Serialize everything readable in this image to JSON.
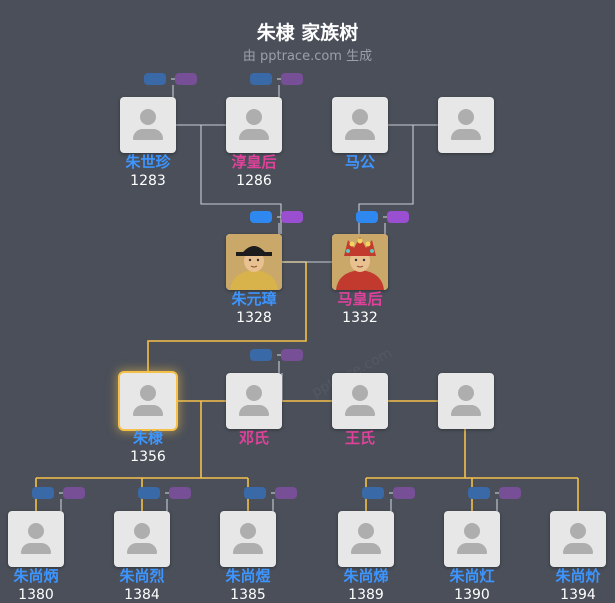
{
  "header": {
    "title": "朱棣 家族树",
    "subtitle": "由 pptrace.com 生成",
    "watermark": "pptrace.com"
  },
  "people": [
    {
      "id": "p1",
      "name": "朱世珍",
      "year": "1283",
      "gender": "male",
      "photo": "none"
    },
    {
      "id": "p2",
      "name": "淳皇后",
      "year": "1286",
      "gender": "female",
      "photo": "none"
    },
    {
      "id": "p3",
      "name": "马公",
      "year": "",
      "gender": "male",
      "photo": "none"
    },
    {
      "id": "p4",
      "name": "",
      "year": "",
      "gender": "female",
      "photo": "none"
    },
    {
      "id": "p5",
      "name": "朱元璋",
      "year": "1328",
      "gender": "male",
      "photo": "emperor-portrait"
    },
    {
      "id": "p6",
      "name": "马皇后",
      "year": "1332",
      "gender": "female",
      "photo": "empress-portrait"
    },
    {
      "id": "p7",
      "name": "朱棣",
      "year": "1356",
      "gender": "male",
      "photo": "none",
      "selected": true
    },
    {
      "id": "p8",
      "name": "邓氏",
      "year": "",
      "gender": "female",
      "photo": "none"
    },
    {
      "id": "p9",
      "name": "王氏",
      "year": "",
      "gender": "female",
      "photo": "none"
    },
    {
      "id": "p10",
      "name": "",
      "year": "",
      "gender": "female",
      "photo": "none"
    },
    {
      "id": "p11",
      "name": "朱尚炳",
      "year": "1380",
      "gender": "male",
      "photo": "none"
    },
    {
      "id": "p12",
      "name": "朱尚烈",
      "year": "1384",
      "gender": "male",
      "photo": "none"
    },
    {
      "id": "p13",
      "name": "朱尚煜",
      "year": "1385",
      "gender": "male",
      "photo": "none"
    },
    {
      "id": "p14",
      "name": "朱尚焍",
      "year": "1389",
      "gender": "male",
      "photo": "none"
    },
    {
      "id": "p15",
      "name": "朱尚灴",
      "year": "1390",
      "gender": "male",
      "photo": "none"
    },
    {
      "id": "p16",
      "name": "朱尚炌",
      "year": "1394",
      "gender": "male",
      "photo": "none"
    }
  ],
  "colors": {
    "background": "#4a4f59",
    "male": "#3d95ff",
    "female": "#e0419b",
    "line": "#c9cdd3",
    "highlight_line": "#f4c04a"
  }
}
